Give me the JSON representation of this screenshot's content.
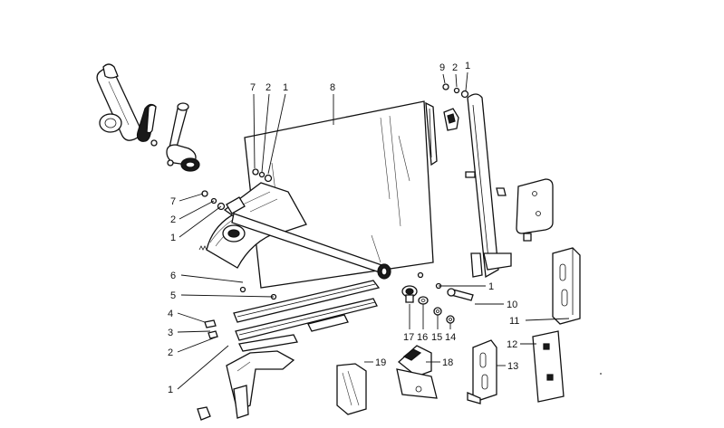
{
  "callouts": [
    {
      "id": "c-7a",
      "text": "7"
    },
    {
      "id": "c-2a",
      "text": "2"
    },
    {
      "id": "c-1a",
      "text": "1"
    },
    {
      "id": "c-8",
      "text": "8"
    },
    {
      "id": "c-9",
      "text": "9"
    },
    {
      "id": "c-2b",
      "text": "2"
    },
    {
      "id": "c-1b",
      "text": "1"
    },
    {
      "id": "c-7b",
      "text": "7"
    },
    {
      "id": "c-2c",
      "text": "2"
    },
    {
      "id": "c-1c",
      "text": "1"
    },
    {
      "id": "c-6",
      "text": "6"
    },
    {
      "id": "c-5",
      "text": "5"
    },
    {
      "id": "c-4",
      "text": "4"
    },
    {
      "id": "c-3",
      "text": "3"
    },
    {
      "id": "c-2d",
      "text": "2"
    },
    {
      "id": "c-1d",
      "text": "1"
    },
    {
      "id": "c-1e",
      "text": "1"
    },
    {
      "id": "c-10",
      "text": "10"
    },
    {
      "id": "c-11",
      "text": "11"
    },
    {
      "id": "c-12",
      "text": "12"
    },
    {
      "id": "c-13",
      "text": "13"
    },
    {
      "id": "c-17",
      "text": "17"
    },
    {
      "id": "c-16",
      "text": "16"
    },
    {
      "id": "c-15",
      "text": "15"
    },
    {
      "id": "c-14",
      "text": "14"
    },
    {
      "id": "c-18",
      "text": "18"
    },
    {
      "id": "c-19",
      "text": "19"
    }
  ]
}
